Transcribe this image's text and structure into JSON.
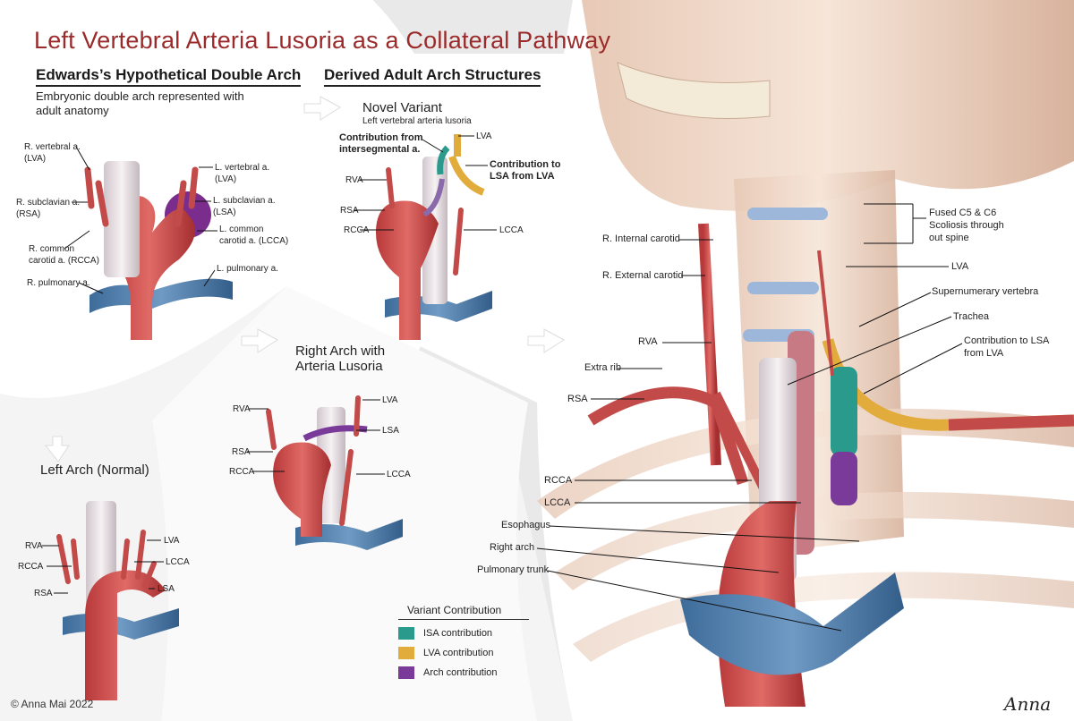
{
  "title": "Left Vertebral Arteria Lusoria as a Collateral Pathway",
  "double_arch": {
    "heading": "Edwards’s Hypothetical Double Arch",
    "subtitle_1": "Embryonic double arch represented with",
    "subtitle_2": "adult anatomy",
    "labels": {
      "rva_1": "R. vertebral a.",
      "rva_2": "(LVA)",
      "rsa_1": "R. subclavian a.",
      "rsa_2": "(RSA)",
      "rcca_1": "R. common",
      "rcca_2": "carotid a. (RCCA)",
      "rpa": "R. pulmonary a.",
      "lva_1": "L. vertebral a.",
      "lva_2": "(LVA)",
      "lsa_1": "L. subclavian a.",
      "lsa_2": "(LSA)",
      "lcca_1": "L. common",
      "lcca_2": "carotid a. (LCCA)",
      "lpa": "L. pulmonary a."
    }
  },
  "derived": {
    "heading": "Derived Adult Arch Structures"
  },
  "novel": {
    "title": "Novel Variant",
    "subtitle": "Left vertebral arteria lusoria",
    "contrib_from_1": "Contribution from",
    "contrib_from_2": "intersegmental a.",
    "lva": "LVA",
    "contrib_to_1": "Contribution to",
    "contrib_to_2": "LSA from LVA",
    "rva": "RVA",
    "rsa": "RSA",
    "rcca": "RCCA",
    "lcca": "LCCA"
  },
  "right_arch": {
    "title_1": "Right Arch with",
    "title_2": "Arteria Lusoria",
    "lva": "LVA",
    "rva": "RVA",
    "lsa": "LSA",
    "rsa": "RSA",
    "rcca": "RCCA",
    "lcca": "LCCA"
  },
  "left_arch": {
    "title": "Left Arch (Normal)",
    "rva": "RVA",
    "lva": "LVA",
    "rcca": "RCCA",
    "lcca": "LCCA",
    "rsa": "RSA",
    "lsa": "LSA"
  },
  "legend": {
    "title": "Variant Contribution",
    "items": [
      {
        "label": "ISA contribution",
        "color": "#2a9a8c"
      },
      {
        "label": "LVA contribution",
        "color": "#e2ac3c"
      },
      {
        "label": "Arch contribution",
        "color": "#7a3a9a"
      }
    ]
  },
  "anatomy": {
    "fused_1": "Fused C5 & C6",
    "fused_2": "Scoliosis through",
    "fused_3": "out spine",
    "ric": "R. Internal carotid",
    "rec": "R. External carotid",
    "lva": "LVA",
    "supernumerary": "Supernumerary vertebra",
    "trachea": "Trachea",
    "contrib_1": "Contribution to LSA",
    "contrib_2": "from LVA",
    "rva": "RVA",
    "extra_rib": "Extra rib",
    "rsa": "RSA",
    "rcca": "RCCA",
    "lcca": "LCCA",
    "esophagus": "Esophagus",
    "right_arch": "Right arch",
    "pulmonary_trunk": "Pulmonary trunk"
  },
  "copyright": "© Anna Mai 2022",
  "signature": "Anna"
}
